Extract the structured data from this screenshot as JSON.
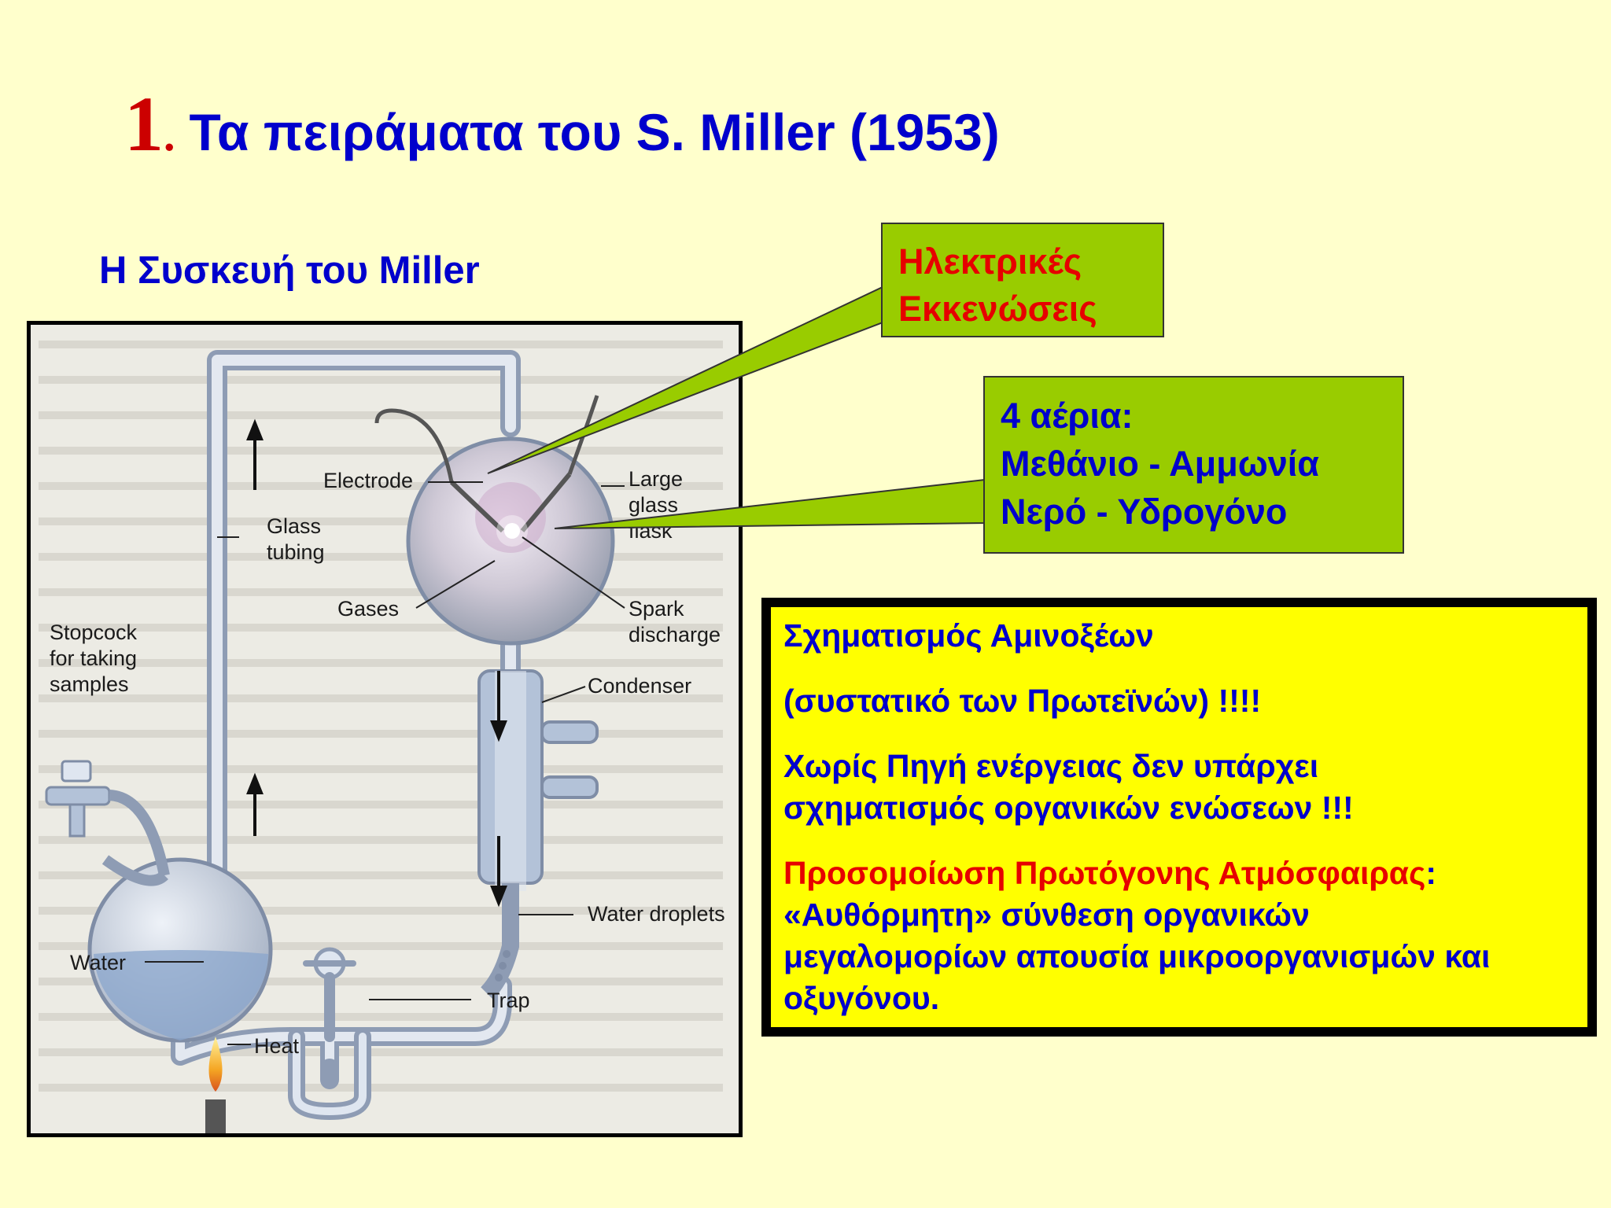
{
  "slide": {
    "title_number": "1",
    "title_dot": ".",
    "title_text": "Τα πειράματα του S. Miller (1953)",
    "subtitle": "Η Συσκευή του Miller"
  },
  "callouts": {
    "discharge": {
      "line1": "Ηλεκτρικές",
      "line2": "Εκκενώσεις"
    },
    "gases": {
      "line1": "4 αέρια:",
      "line2": "Μεθάνιο - Αμμωνία",
      "line3": "Νερό - Υδρογόνο"
    }
  },
  "notes": {
    "line1": "Σχηματισμός Αμινοξέων",
    "line2": "(συστατικό των Πρωτεϊνών) !!!!",
    "line3": "Χωρίς Πηγή ενέργειας δεν υπάρχει",
    "line4": "σχηματισμός οργανικών ενώσεων !!!",
    "line5_red": "Προσομοίωση Πρωτόγονης Ατμόσφαιρας",
    "line5_colon": ":",
    "line6": "«Αυθόρμητη» σύνθεση οργανικών",
    "line7": "μεγαλομορίων απουσία μικροοργανισμών και",
    "line8": "οξυγόνου."
  },
  "diagram_labels": {
    "electrode": "Electrode",
    "large_glass_flask": [
      "Large",
      "glass",
      "flask"
    ],
    "glass_tubing": [
      "Glass",
      "tubing"
    ],
    "gases": "Gases",
    "spark_discharge": [
      "Spark",
      "discharge"
    ],
    "stopcock": [
      "Stopcock",
      "for taking",
      "samples"
    ],
    "condenser": "Condenser",
    "water_droplets": "Water droplets",
    "water": "Water",
    "trap": "Trap",
    "heat": "Heat"
  },
  "colors": {
    "background": "#ffffcc",
    "title_blue": "#0000cc",
    "accent_red": "#e60000",
    "callout_green": "#99cc00",
    "notes_yellow": "#ffff00"
  }
}
